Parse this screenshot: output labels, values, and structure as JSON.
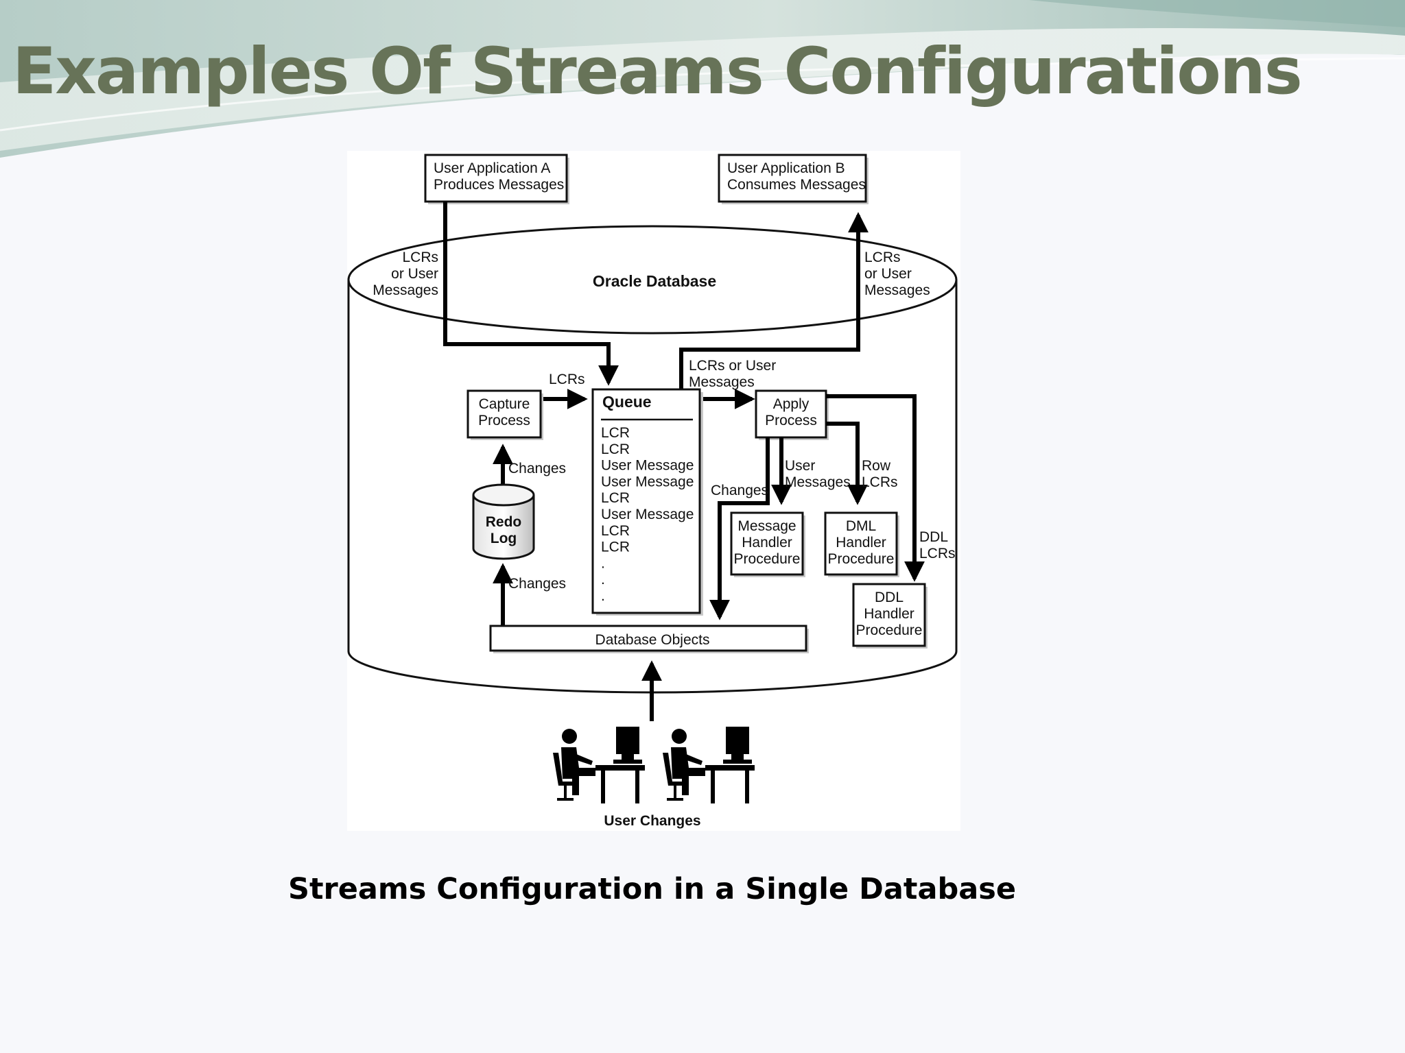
{
  "slide": {
    "title": "Examples Of Streams Configurations",
    "caption": "Streams Configuration in a Single Database"
  },
  "diagram": {
    "database_label": "Oracle Database",
    "app_a": [
      "User Application A",
      "Produces Messages"
    ],
    "app_b": [
      "User Application B",
      "Consumes Messages"
    ],
    "lcrs_user_left": [
      "LCRs",
      "or User",
      "Messages"
    ],
    "lcrs_user_right": [
      "LCRs",
      "or User",
      "Messages"
    ],
    "lcrs": "LCRs",
    "lcrs_or_user_messages": [
      "LCRs or User",
      "Messages"
    ],
    "capture_process": [
      "Capture",
      "Process"
    ],
    "apply_process": [
      "Apply",
      "Process"
    ],
    "queue": {
      "title": "Queue",
      "items": [
        "LCR",
        "LCR",
        "User Message",
        "User Message",
        "LCR",
        "User Message",
        "LCR",
        "LCR",
        ".",
        ".",
        "."
      ]
    },
    "changes_upper": "Changes",
    "changes_lower": "Changes",
    "changes_apply": "Changes",
    "redo_log": [
      "Redo",
      "Log"
    ],
    "user_messages": [
      "User",
      "Messages"
    ],
    "row_lcrs": [
      "Row",
      "LCRs"
    ],
    "ddl_lcrs": [
      "DDL",
      "LCRs"
    ],
    "message_handler": [
      "Message",
      "Handler",
      "Procedure"
    ],
    "dml_handler": [
      "DML",
      "Handler",
      "Procedure"
    ],
    "ddl_handler": [
      "DDL",
      "Handler",
      "Procedure"
    ],
    "database_objects": "Database Objects",
    "user_changes": "User Changes"
  }
}
